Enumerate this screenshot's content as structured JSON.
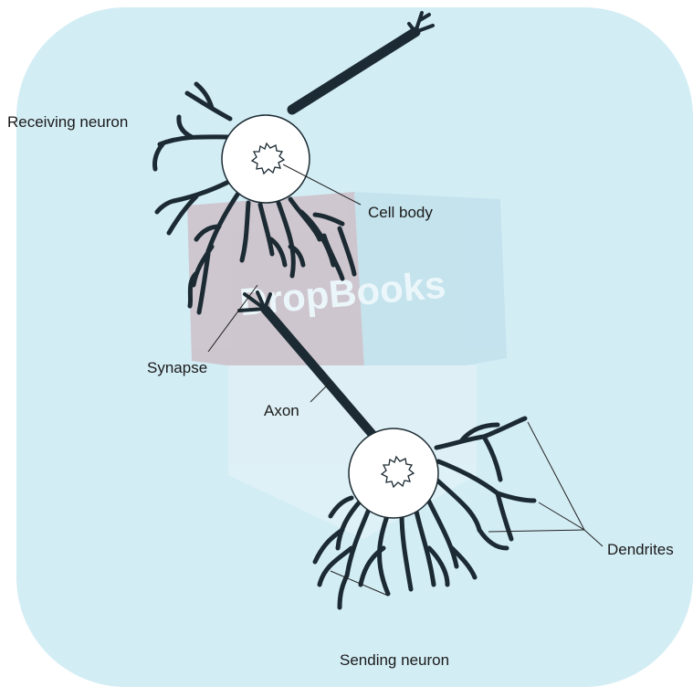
{
  "labels": {
    "receiving_neuron": "Receiving neuron",
    "cell_body": "Cell body",
    "synapse": "Synapse",
    "axon": "Axon",
    "dendrites": "Dendrites",
    "sending_neuron": "Sending neuron"
  },
  "watermark": {
    "text": "DropBooks"
  },
  "colors": {
    "background_panel": "#d3edf5",
    "neuron_stroke": "#1c2b33",
    "watermark_red": "#c9a3aa",
    "watermark_blue": "#bcdeeb",
    "label_text": "#1a1a1a"
  }
}
